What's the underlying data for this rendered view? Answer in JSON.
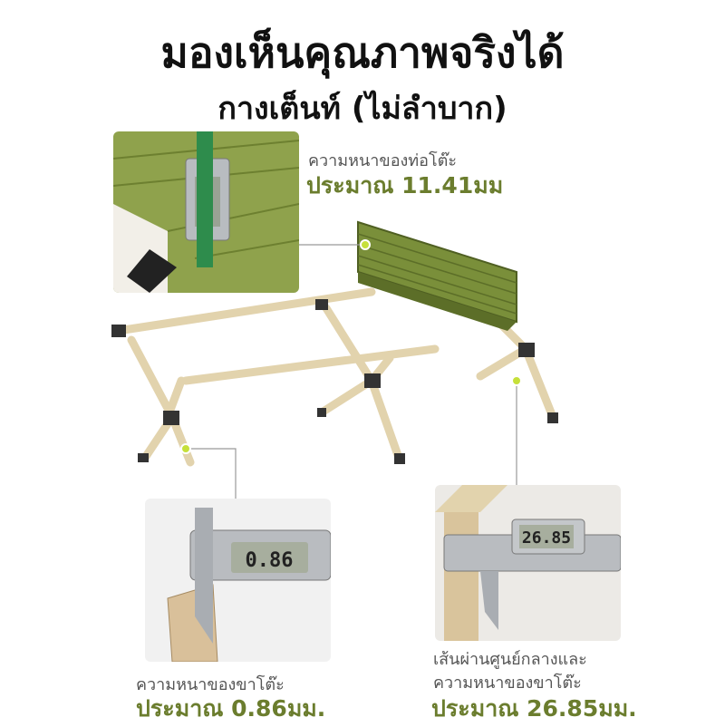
{
  "header": {
    "title": "มองเห็นคุณภาพจริงได้",
    "subtitle": "กางเต็นท์ (ไม่ลำบาก)"
  },
  "callouts": [
    {
      "label": "ความหนาของท่อโต๊ะ",
      "value": "ประมาณ 11.41มม"
    },
    {
      "label": "ความหนาของขาโต๊ะ",
      "value": "ประมาณ 0.86มม."
    },
    {
      "label_line1": "เส้นผ่านศูนย์กลางและ",
      "label_line2": "ความหนาของขาโต๊ะ",
      "value": "ประมาณ 26.85มม."
    }
  ],
  "calipers": {
    "left_display": "0.86",
    "right_display": "26.85"
  },
  "colors": {
    "accent": "#6b7d2e",
    "tabletop": "#7a8f3a",
    "frame": "#e6d5b0",
    "dot": "#c6e03a"
  }
}
